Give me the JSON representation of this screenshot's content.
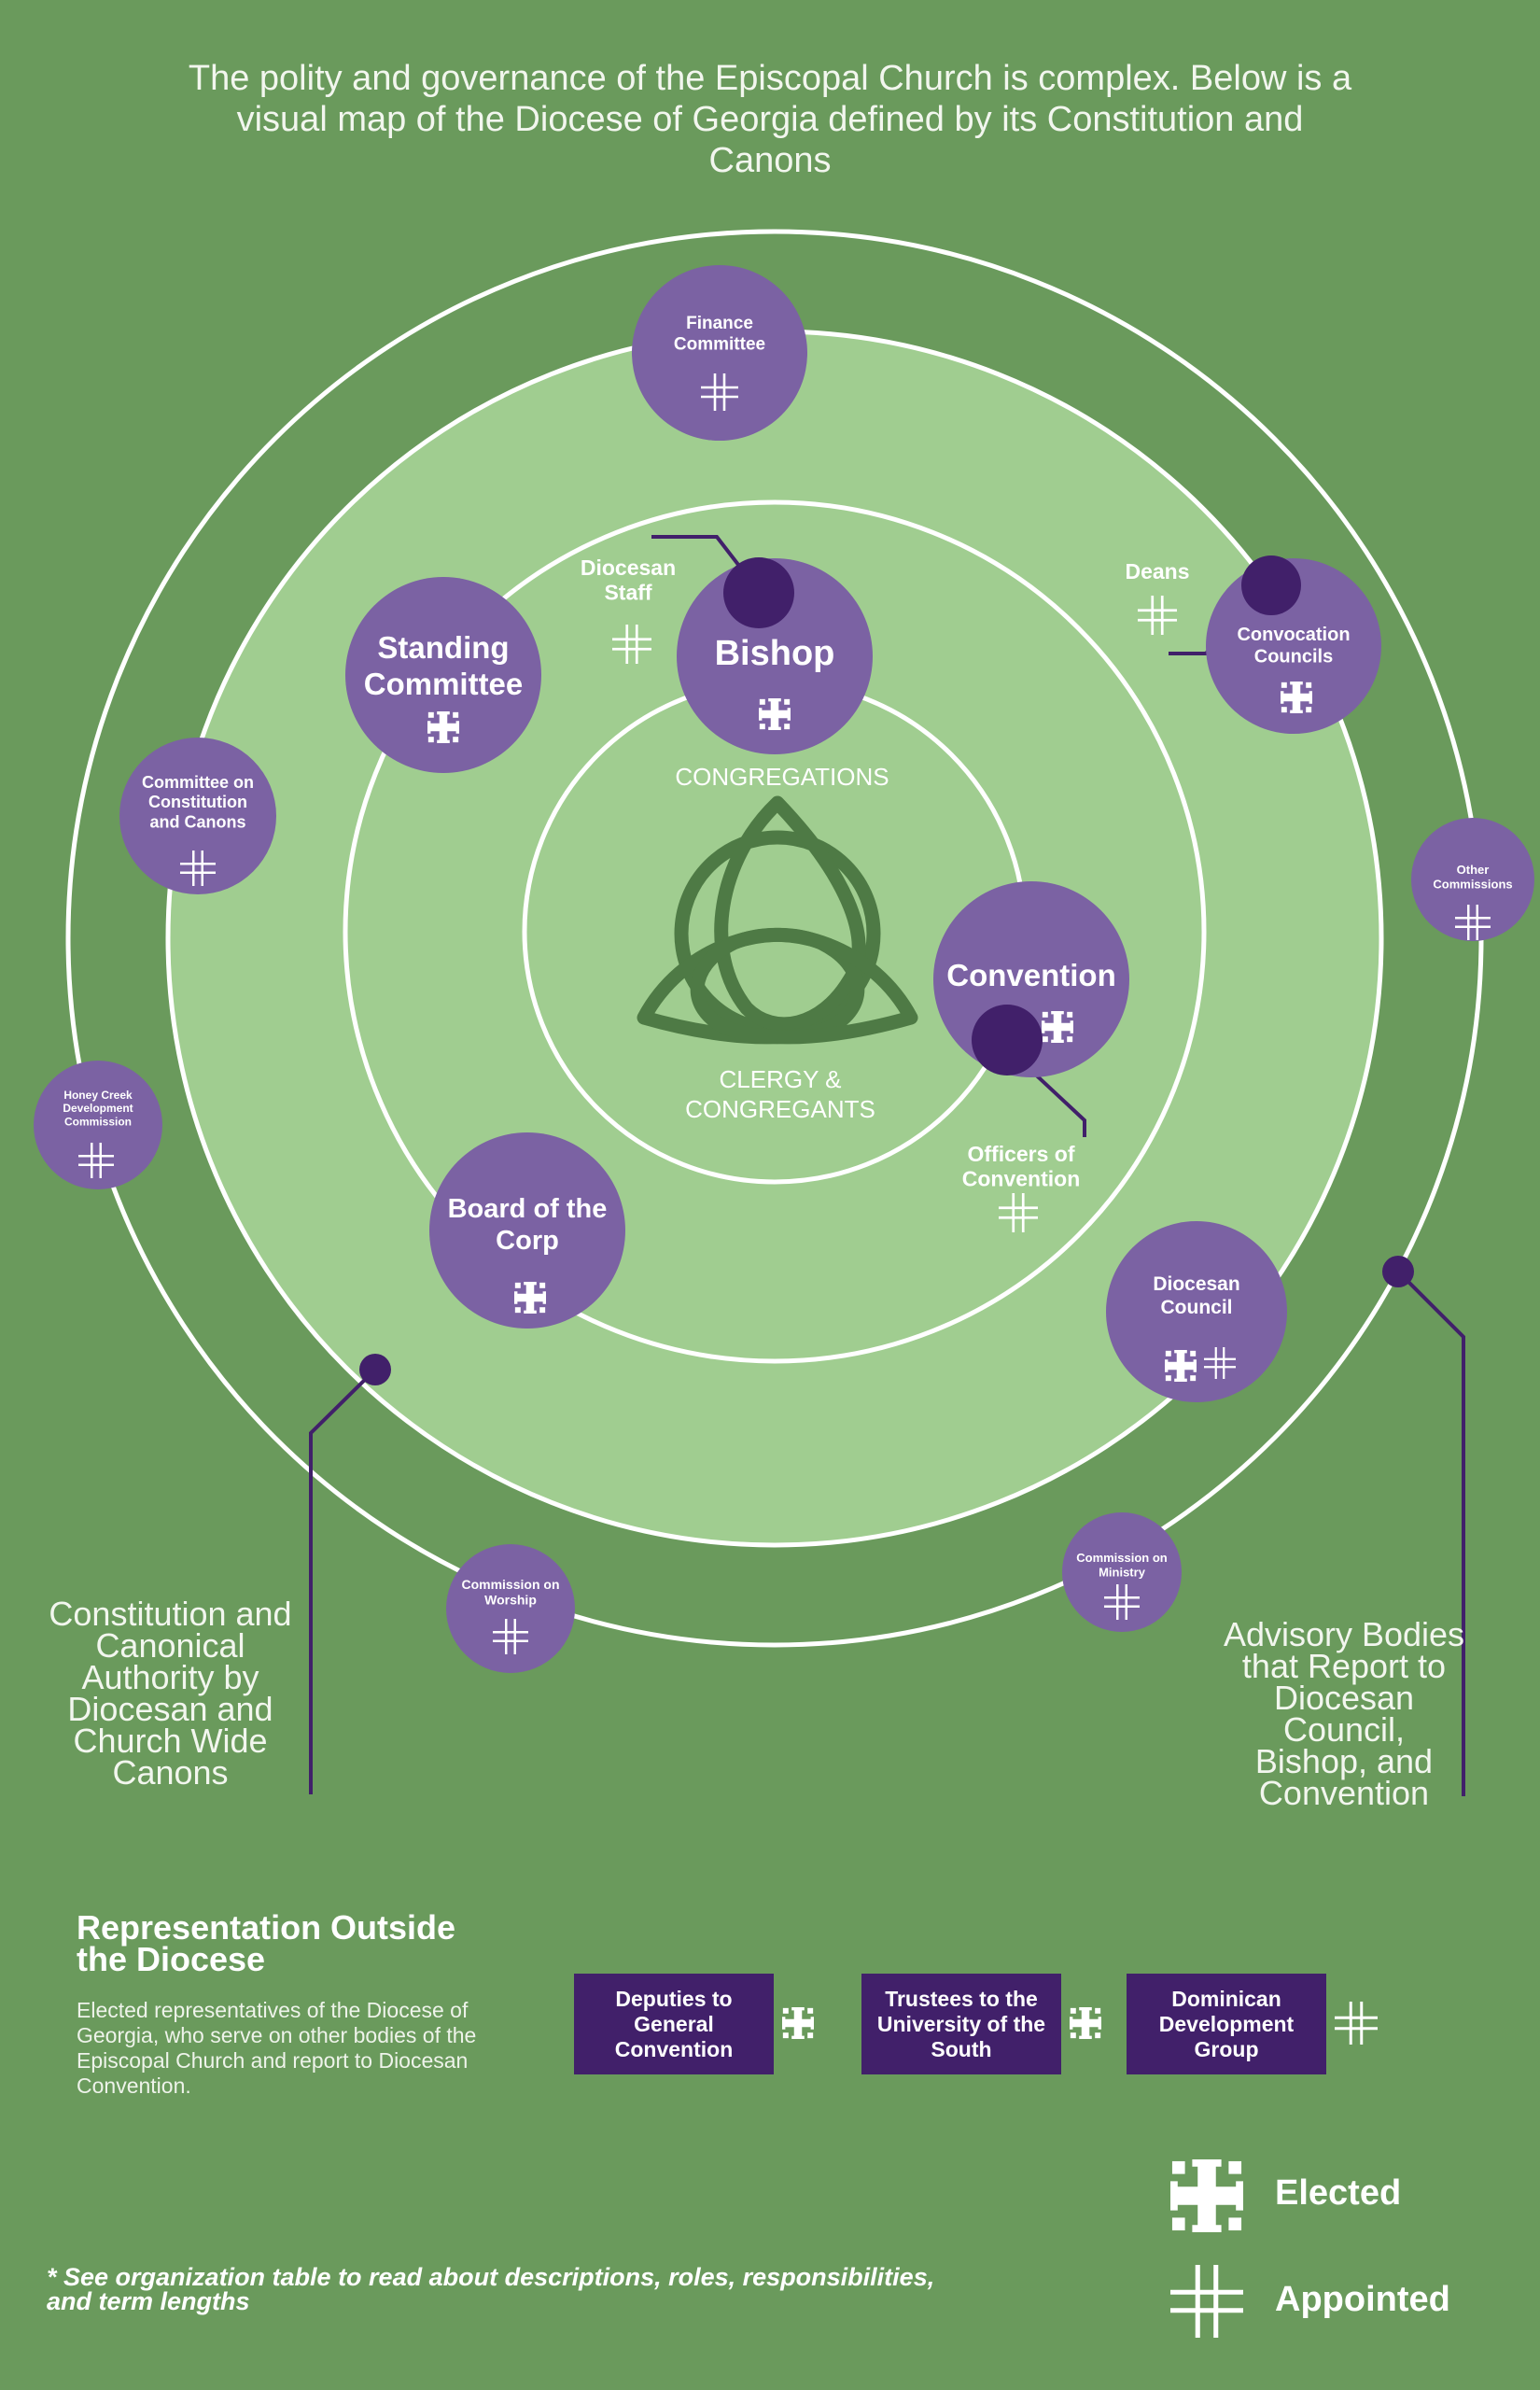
{
  "intro": "The polity and governance of the Episcopal Church is complex. Below is a visual map of the Diocese of Georgia defined by its Constitution and Canons",
  "center": {
    "top_label": "CONGREGATIONS",
    "bottom_label": "CLERGY & CONGREGANTS"
  },
  "bodies": {
    "finance_committee": "Finance Committee",
    "diocesan_staff": "Diocesan Staff",
    "bishop": "Bishop",
    "deans": "Deans",
    "convocation_councils": "Convocation Councils",
    "standing_committee": "Standing Committee",
    "committee_constitution": "Committee on Constitution and Canons",
    "other_commissions": "Other Commissions",
    "convention": "Convention",
    "officers_convention": "Officers of Convention",
    "honey_creek": "Honey Creek Development Commission",
    "board_corp": "Board of the Corp",
    "diocesan_council": "Diocesan Council",
    "commission_worship": "Commission on Worship",
    "commission_ministry": "Commission on Ministry"
  },
  "side_labels": {
    "left": "Constitution and Canonical Authority by Diocesan and Church Wide Canons",
    "right": "Advisory Bodies that Report to Diocesan Council, Bishop, and Convention"
  },
  "representation": {
    "title": "Representation Outside the Diocese",
    "description": "Elected representatives of the Diocese of Georgia, who serve on other bodies of the Episcopal Church and report to Diocesan Convention.",
    "boxes": [
      {
        "label": "Deputies to General Convention",
        "icon": "elected-cross-icon"
      },
      {
        "label": "Trustees to the University of the South",
        "icon": "elected-cross-icon"
      },
      {
        "label": "Dominican Development Group",
        "icon": "appointed-cross-icon"
      }
    ]
  },
  "legend": {
    "elected": "Elected",
    "appointed": "Appointed"
  },
  "footnote": "* See organization table to read about descriptions, roles, responsibilities, and term lengths",
  "colors": {
    "background": "#6a9a5c",
    "inner_field": "#a0cd90",
    "node_purple": "#7b62a3",
    "dark_purple": "#41206a",
    "trinity_knot": "#4e7a45"
  }
}
